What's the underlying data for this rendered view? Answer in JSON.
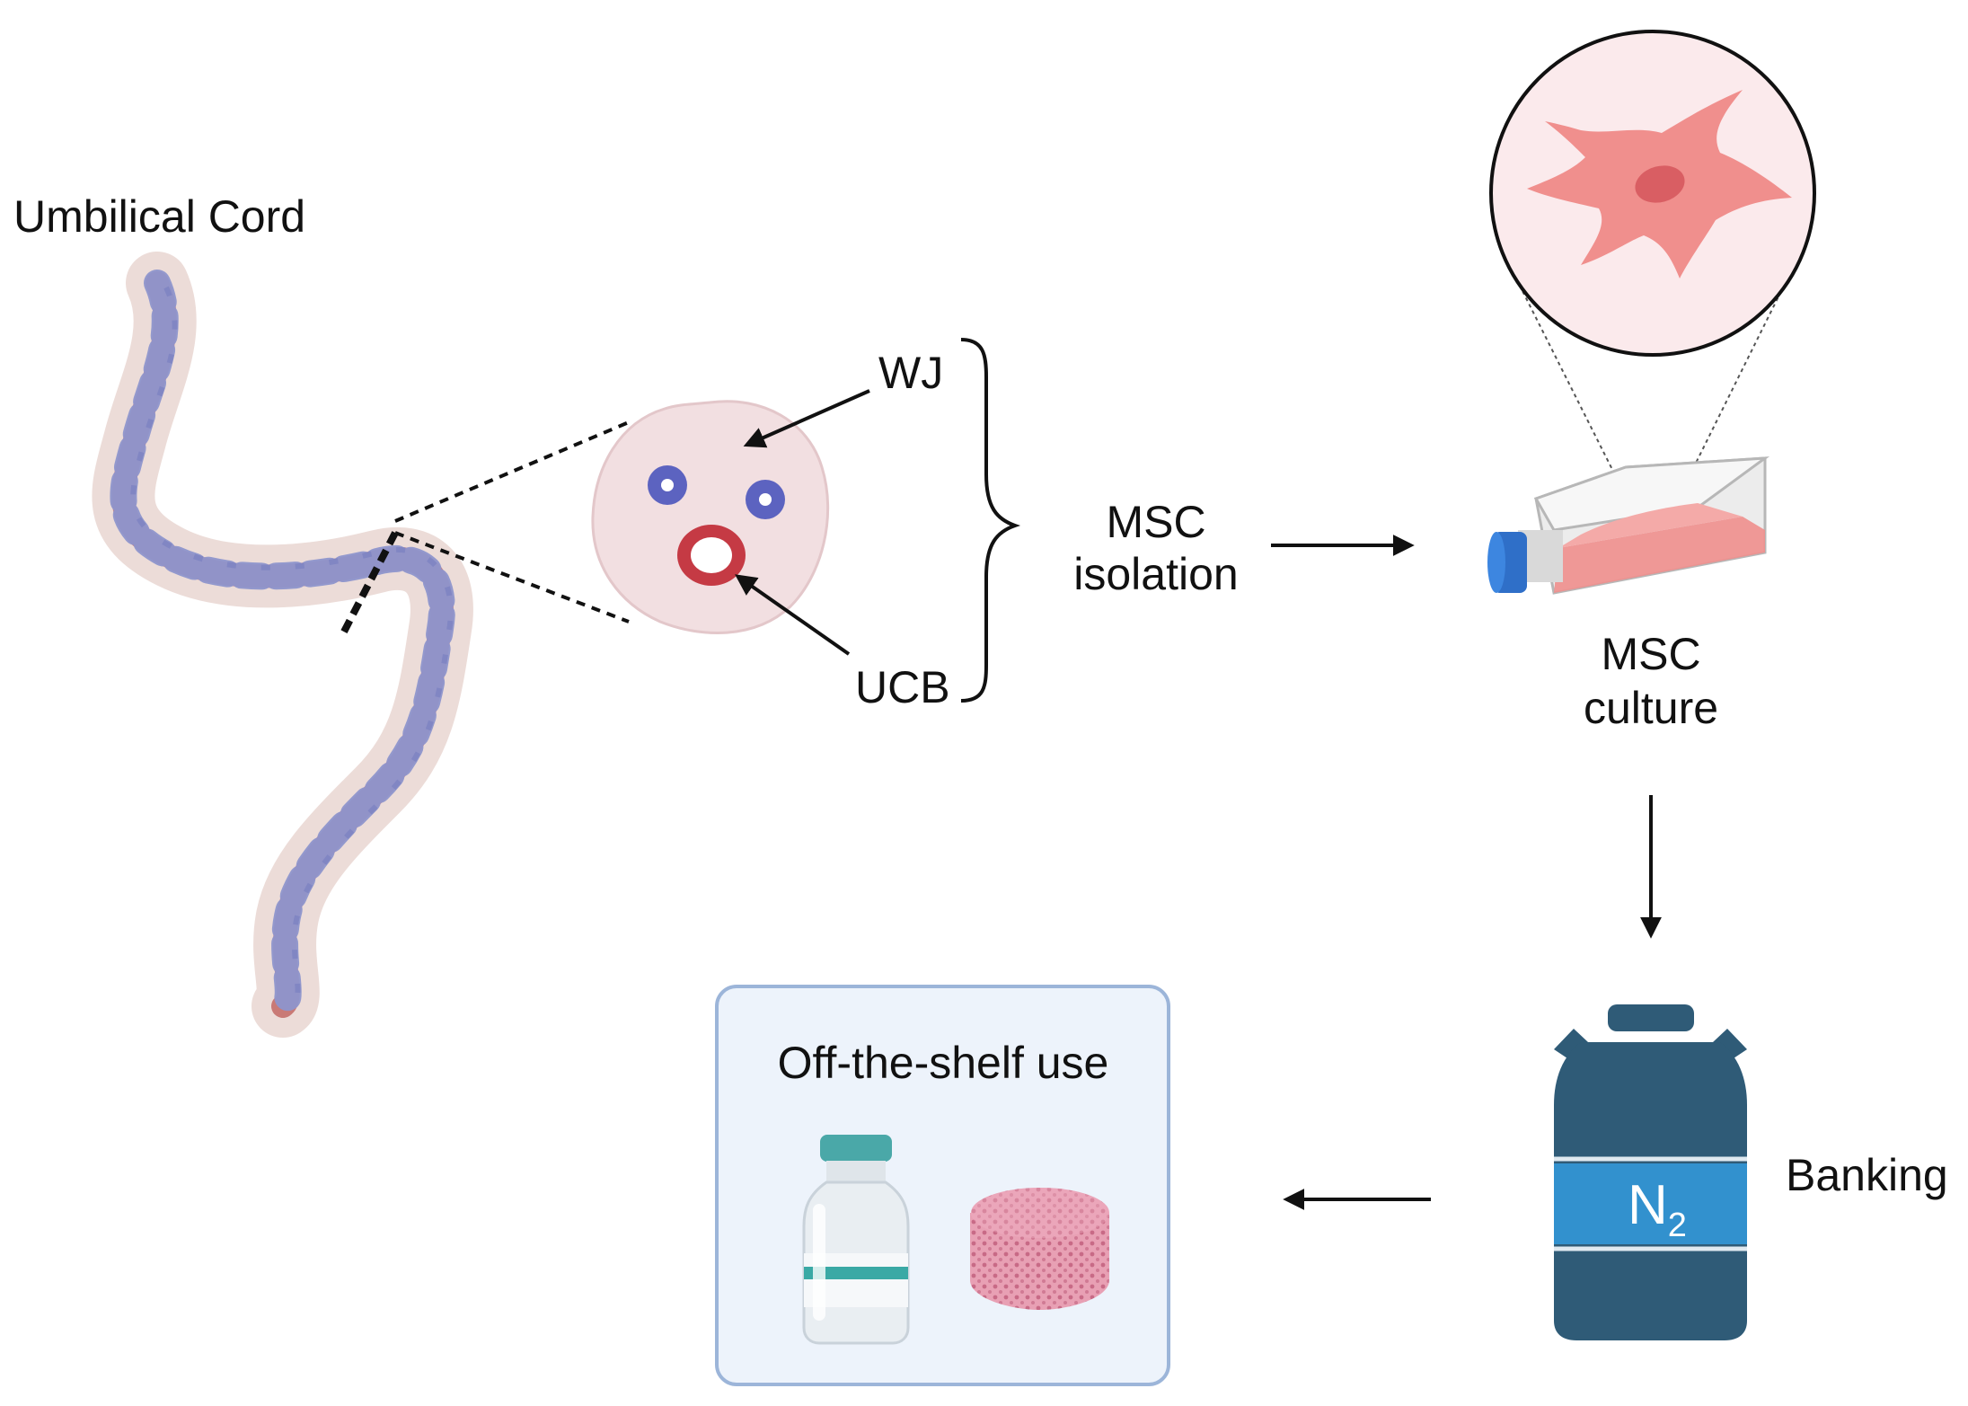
{
  "labels": {
    "umbilical_cord": "Umbilical Cord",
    "wj": "WJ",
    "ucb": "UCB",
    "msc_isolation_line1": "MSC",
    "msc_isolation_line2": "isolation",
    "msc_culture_line1": "MSC",
    "msc_culture_line2": "culture",
    "banking": "Banking",
    "n2_symbol": "N",
    "n2_subscript": "2",
    "off_the_shelf": "Off-the-shelf use"
  },
  "colors": {
    "cord_vessel": "#c97a76",
    "cord_wrap": "#8e95cc",
    "cord_jelly": "#ecdcd8",
    "section_fill": "#f2dfe1",
    "vein_ring": "#c53a44",
    "artery_ring": "#5c63c0",
    "cell": "#f08f8d",
    "flask_cap": "#2f6fc8",
    "dewar_body": "#2f5b77",
    "dewar_band": "#3291ce",
    "box_fill": "#edf3fb",
    "box_border": "#9cb5d9",
    "vial_band": "#3aa9a5",
    "scaffold": "#e597ad"
  }
}
